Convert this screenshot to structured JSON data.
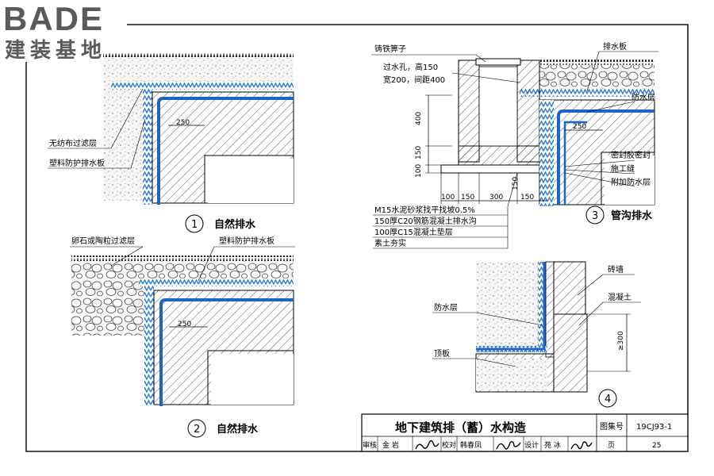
{
  "logo": {
    "brand": "BADE",
    "subtitle": "建装基地"
  },
  "detail1": {
    "number": "1",
    "caption": "自然排水",
    "dim": "250",
    "labels": [
      "无纺布过滤层",
      "塑料防护排水板"
    ]
  },
  "detail2": {
    "number": "2",
    "caption": "自然排水",
    "dim": "250",
    "labels": [
      "卵石或陶粒过滤层",
      "塑料防护排水板"
    ]
  },
  "detail3": {
    "number": "3",
    "caption": "管沟排水",
    "labels_left": [
      "铸铁箅子",
      "过水孔，高150",
      "宽200，间距400"
    ],
    "labels_right": [
      "排水板",
      "防水层",
      "密封胶密封",
      "施工缝",
      "附加防水层"
    ],
    "dims": {
      "d400": "400",
      "d150v": "150",
      "d100": "100",
      "d150b": "150",
      "d250": "250",
      "d150c": "150",
      "d300": "300",
      "d150d": "150",
      "d100b": "100"
    },
    "layers": [
      "M15水泥砂浆找平找坡0.5%",
      "150厚C20钢筋混凝土排水沟",
      "100厚C15混凝土垫层",
      "素土夯实"
    ]
  },
  "detail4": {
    "number": "4",
    "labels": [
      "砖墙",
      "混凝土",
      "防水层",
      "顶板"
    ],
    "dim": "≥300"
  },
  "title_block": {
    "title": "地下建筑排（蓄）水构造",
    "atlas_label": "图集号",
    "atlas_no": "19CJ93-1",
    "review_label": "审核",
    "reviewer": "金 岩",
    "check_label": "校对",
    "checker": "韩春凤",
    "design_label": "设计",
    "designer": "苑 冰",
    "page_label": "页",
    "page_no": "25"
  }
}
